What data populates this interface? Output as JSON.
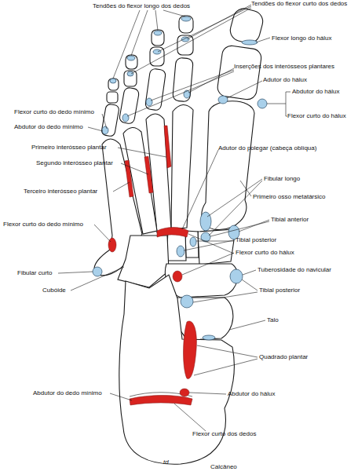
{
  "diagram": {
    "labels": [
      "Tendões do flexor longo dos dedos",
      "Tendões do flexor curto dos dedos",
      "Flexor longo do hálux",
      "Inserções dos interósseos plantares",
      "Adutor do hálux",
      "Abdutor do hálux",
      "Flexor curto do hálux",
      "Flexor curto do dedo mínimo",
      "Abdutor do dedo mínimo",
      "Primeiro interósseo plantar",
      "Adutor do polegar (cabeça oblíqua)",
      "Segundo interósseo plantar",
      "Fibular longo",
      "Terceiro interósseo plantar",
      "Primeiro osso metatársico",
      "Flexor curto do dedo mínimo",
      "Tibial anterior",
      "Tibial posterior",
      "Flexor curto do hálux",
      "Fibular curto",
      "Tuberosidade do navicular",
      "Cubóide",
      "Tibial posterior",
      "Talo",
      "Quadrado plantar",
      "Abdutor do dedo mínimo",
      "Abdutor do hálux",
      "Flexor curto dos dedos",
      "Calcâneo",
      "td"
    ]
  }
}
